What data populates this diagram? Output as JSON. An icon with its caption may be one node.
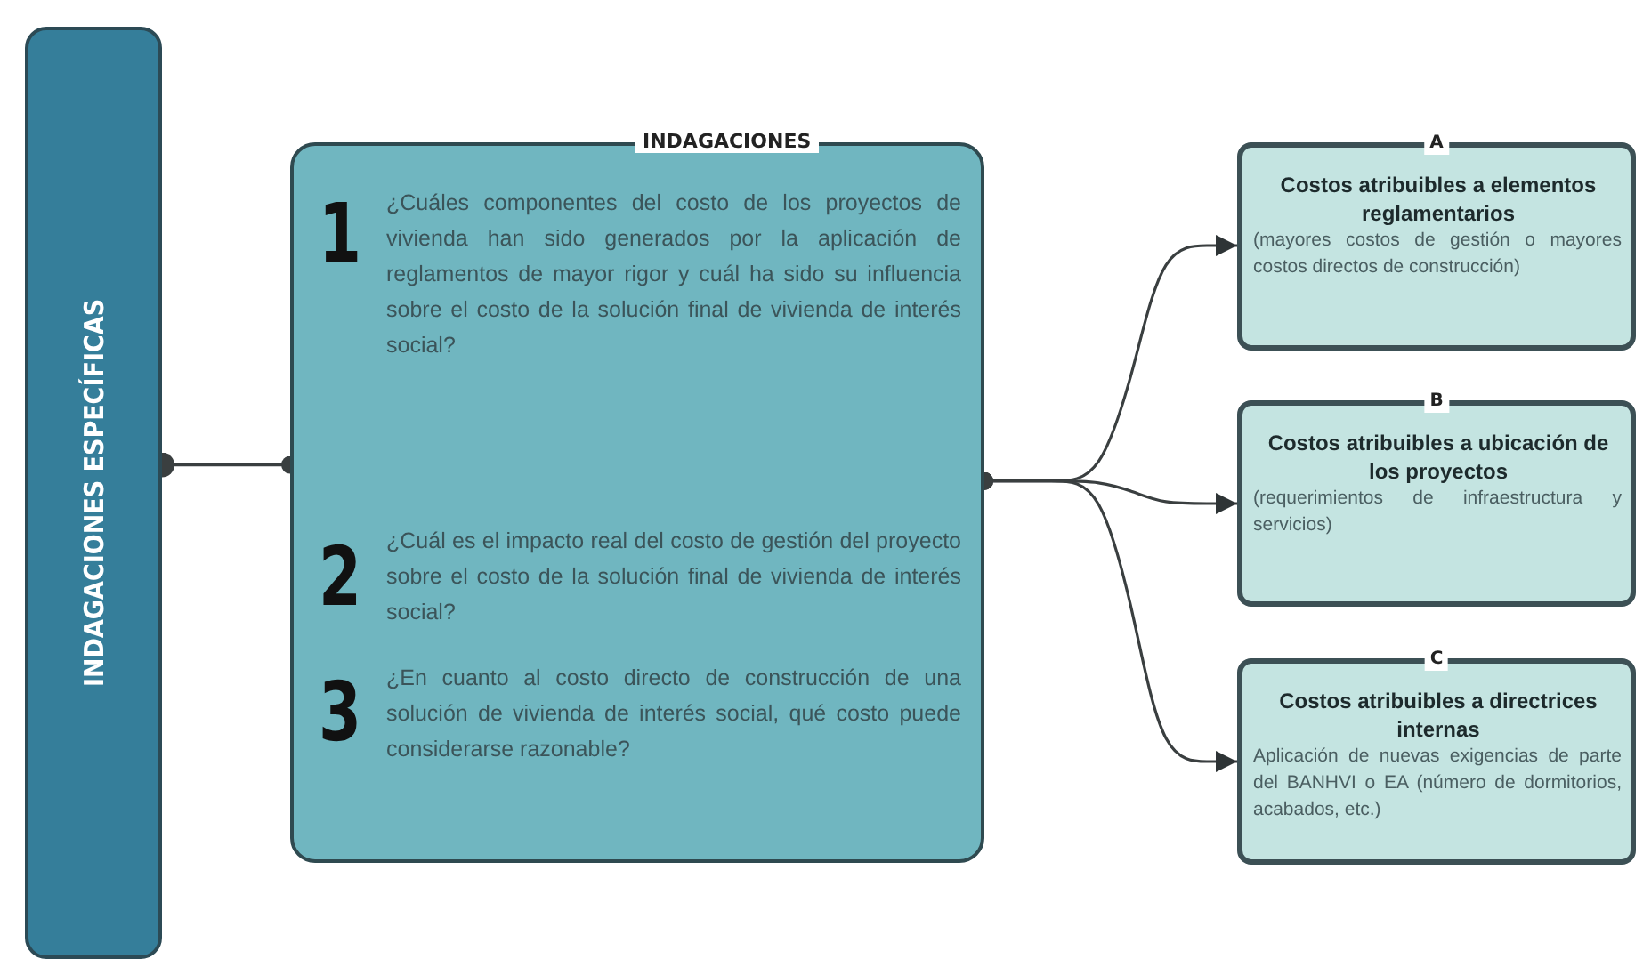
{
  "diagram": {
    "nodes": [
      {
        "text": [
          "INDAGACIONES ESPECÍFICAS"
        ]
      },
      {
        "text": [
          "INDAGACIONES",
          "1",
          "¿Cuáles componentes del costo de los proyectos de vivienda han sido generados por la aplicación de reglamentos de mayor rigor y cuál ha sido su influencia sobre el costo de la solución final de vivienda de interés social?",
          "2",
          "¿Cuál es el impacto real del costo de gestión del proyecto sobre el costo de la solución final de vivienda de interés social?",
          "3",
          "¿En cuanto al costo directo de construcción de una solución de vivienda de interés social, qué costo puede considerarse razonable?"
        ]
      },
      {
        "text": [
          "A",
          "Costos atribuibles a elementos reglamentarios",
          "(mayores costos de gestión o mayores costos directos de construcción)"
        ]
      },
      {
        "text": [
          "B",
          "Costos atribuibles a ubicación de los proyectos",
          "(requerimientos de infraestructura y servicios)"
        ]
      },
      {
        "text": [
          "C",
          "Costos atribuibles a directrices internas",
          "Aplicación de nuevas exigencias de parte del BANHVI o EA (número de dormitorios, acabados, etc.)"
        ]
      }
    ],
    "edges": [
      {
        "from": 0,
        "to": 1,
        "arrow": "other"
      },
      {
        "from": 1,
        "to": 2,
        "arrow": "to"
      },
      {
        "from": 1,
        "to": 3,
        "arrow": "to"
      },
      {
        "from": 1,
        "to": 4,
        "arrow": "to"
      }
    ]
  }
}
